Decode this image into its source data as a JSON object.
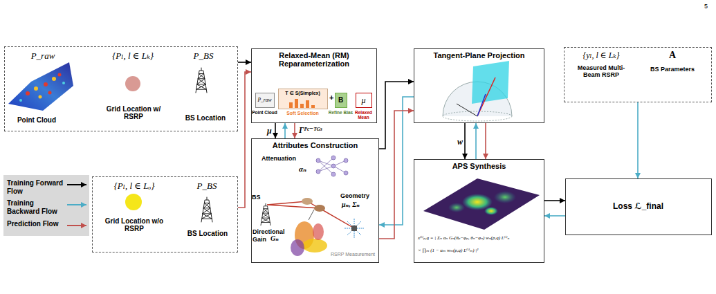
{
  "diagram": {
    "nodes": [
      {
        "text": [
          "P_raw",
          "{Pₗ, l ∈ Lₖ}",
          "P_BS",
          "Point Cloud",
          "Grid Location w/ RSRP",
          "BS Location"
        ]
      },
      {
        "text": [
          "Relaxed-Mean (RM) Reparameterization"
        ]
      },
      {
        "text": [
          "P_raw",
          "Point Cloud"
        ],
        "in": 1
      },
      {
        "text": [
          "T ∈ S(Simplex)",
          "Soft Selection"
        ],
        "in": 1
      },
      {
        "text": [
          "B",
          "Refine Bias"
        ],
        "in": 1
      },
      {
        "text": [
          "μ",
          "Relaxed Mean"
        ],
        "in": 1
      },
      {
        "text": [
          "Tangent-Plane Projection"
        ]
      },
      {
        "text": [
          "{yₗ, l ∈ Lₖ}",
          "Measured Multi-Beam RSRP",
          "A",
          "BS Parameters"
        ]
      },
      {
        "text": [
          "Attributes Construction"
        ]
      },
      {
        "text": [
          "APS Synthesis"
        ]
      },
      {
        "text": [
          "Loss ℒ_final"
        ]
      },
      {
        "text": [
          "{Pₗ, l ∈ Lₒ}",
          "P_BS",
          "Grid Location w/o RSRP",
          "BS Location"
        ]
      }
    ],
    "edges": [
      {
        "from": 0,
        "to": 1,
        "arrow": "to"
      },
      {
        "from": 11,
        "to": 1,
        "arrow": "to"
      },
      {
        "from": 1,
        "to": 8,
        "label": "μ",
        "arrow": "to"
      },
      {
        "from": 8,
        "to": 1,
        "arrow": "to"
      },
      {
        "from": 1,
        "to": 8,
        "label": "Γᴾᶜ⁻ᵀᴳˢ",
        "arrow": "to"
      },
      {
        "from": 8,
        "to": 6,
        "arrow": "to"
      },
      {
        "from": 6,
        "to": 8,
        "arrow": "to"
      },
      {
        "from": 8,
        "to": 6,
        "arrow": "to"
      },
      {
        "from": 6,
        "to": 9,
        "label": "w",
        "arrow": "to"
      },
      {
        "from": 9,
        "to": 6,
        "arrow": "to"
      },
      {
        "from": 6,
        "to": 9,
        "arrow": "to"
      },
      {
        "from": 7,
        "to": 10,
        "arrow": "to"
      },
      {
        "from": 9,
        "to": 10,
        "arrow": "to"
      },
      {
        "from": 10,
        "to": 9,
        "arrow": "to"
      }
    ],
    "labels": [
      "5",
      "+",
      "Attenuation",
      "αₙ",
      "BS",
      "Geometry",
      "μₙ, Σₙ",
      "Directional",
      "Gain",
      "Gₙ",
      "RSRP Measurement",
      "x⁽ⁱ⁾ₚ,q = | Σₙ αₙ Gₙ(θₚ−φₚ, θₙ−φₙ) wₙ(p,q) L⁽ⁱ⁾ₙ",
      "× ∏ₘ (1 − αₘ wₘ(p,q) L⁽ⁱ⁾ₘ) |²"
    ],
    "legend": [
      {
        "text": "Training Forward Flow"
      },
      {
        "text": "Training Backward Flow"
      },
      {
        "text": "Prediction Flow"
      }
    ]
  }
}
